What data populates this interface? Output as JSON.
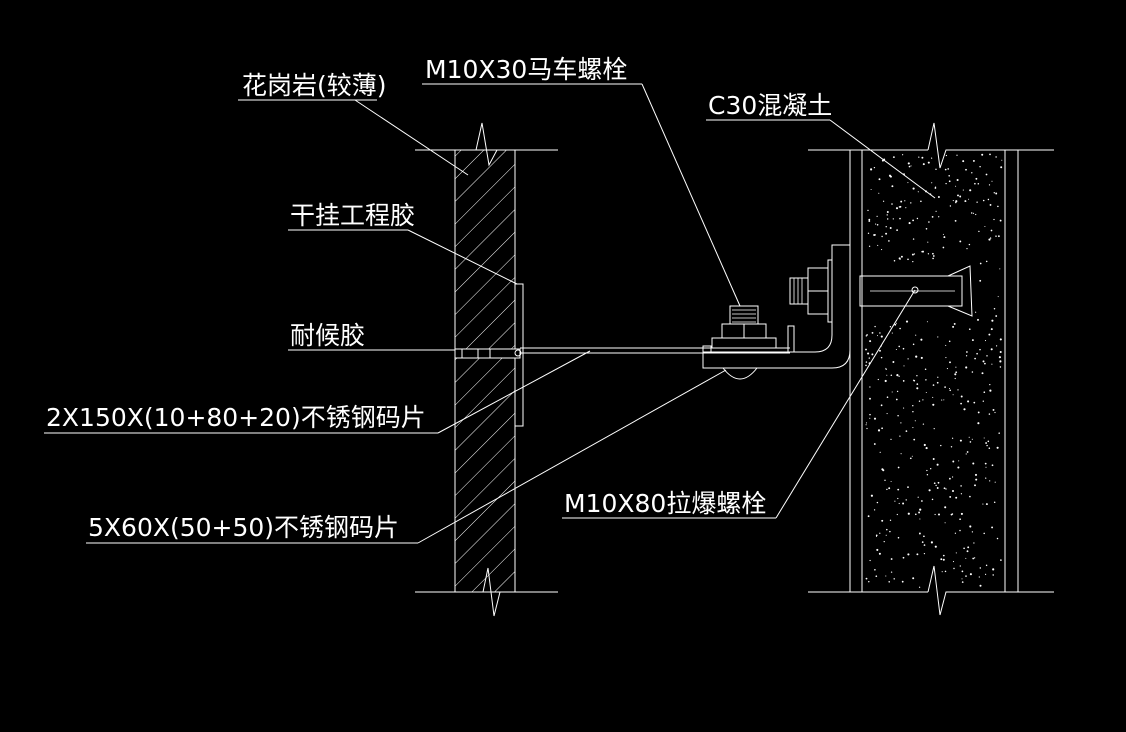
{
  "labels": {
    "granite": "花岗岩(较薄)",
    "carriage_bolt": "M10X30马车螺栓",
    "concrete": "C30混凝土",
    "dry_hang_glue": "干挂工程胶",
    "weather_glue": "耐候胶",
    "plate_large": "2X150X(10+80+20)不锈钢码片",
    "plate_small": "5X60X(50+50)不锈钢码片",
    "expansion_bolt": "M10X80拉爆螺栓"
  },
  "colors": {
    "background": "#000000",
    "lines": "#ffffff"
  }
}
